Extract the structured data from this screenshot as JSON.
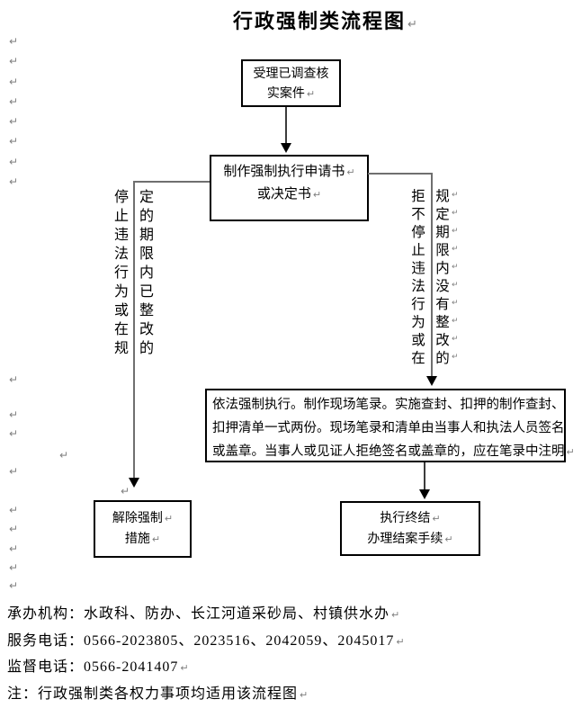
{
  "title": {
    "text": "行政强制类流程图"
  },
  "marks": {
    "glyph": "↵",
    "color": "#808080"
  },
  "flow": {
    "box_accept": {
      "lines": [
        "受理已调查核",
        "实案件"
      ]
    },
    "box_make_doc": {
      "lines": [
        "制作强制执行申请书",
        "或决定书"
      ]
    },
    "box_enforce": {
      "lines": [
        "依法强制执行。制作现场笔录。实施查封、扣押的制作查封、",
        "扣押清单一式两份。现场笔录和清单由当事人和执法人员签名",
        "或盖章。当事人或见证人拒绝签名或盖章的，应在笔录中注明"
      ]
    },
    "box_lift": {
      "lines": [
        "解除强制",
        "措施"
      ]
    },
    "box_close": {
      "lines": [
        "执行终结",
        "办理结案手续"
      ]
    },
    "left_branch": {
      "col1": "停止违法行为或在规",
      "col2": "定的期限内已整改的"
    },
    "right_branch": {
      "col1": "拒不停止违法行为或在",
      "col2": "规定期限内没有整改的"
    }
  },
  "footer": {
    "lines": [
      "承办机构：水政科、防办、长江河道采砂局、村镇供水办",
      "服务电话：0566-2023805、2023516、2042059、2045017",
      "监督电话：0566-2041407",
      "注：行政强制类各权力事项均适用该流程图"
    ]
  }
}
